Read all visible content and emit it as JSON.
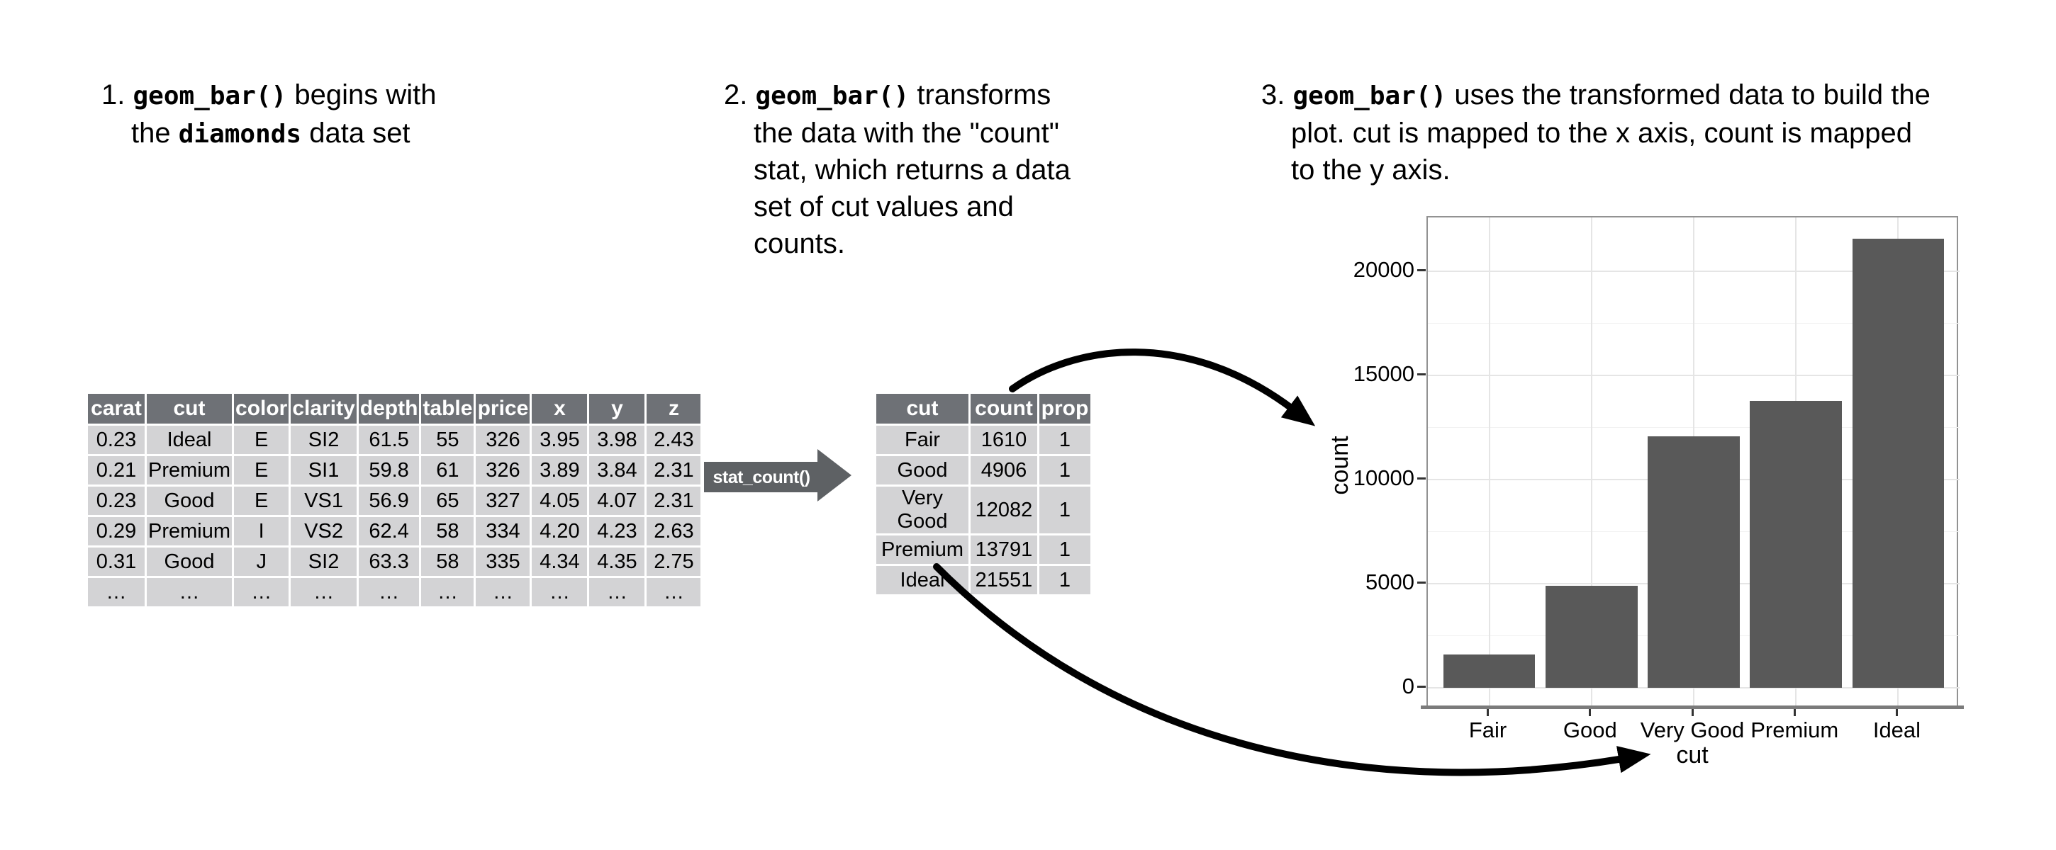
{
  "annotations": [
    {
      "lines": [
        [
          "1. ",
          "geom_bar()",
          " begins with"
        ],
        [
          "the ",
          "diamonds",
          " data set"
        ]
      ]
    },
    {
      "lines": [
        [
          "2. ",
          "geom_bar()",
          " transforms"
        ],
        [
          "the data with the \"count\""
        ],
        [
          "stat, which returns a data"
        ],
        [
          "set of cut values and"
        ],
        [
          "counts."
        ]
      ]
    },
    {
      "lines": [
        [
          "3. ",
          "geom_bar()",
          " uses the transformed data to build the"
        ],
        [
          "plot. cut is mapped to the x axis, count is mapped"
        ],
        [
          "to the y axis."
        ]
      ]
    }
  ],
  "diamonds_table": {
    "headers": [
      "carat",
      "cut",
      "color",
      "clarity",
      "depth",
      "table",
      "price",
      "x",
      "y",
      "z"
    ],
    "rows": [
      [
        "0.23",
        "Ideal",
        "E",
        "SI2",
        "61.5",
        "55",
        "326",
        "3.95",
        "3.98",
        "2.43"
      ],
      [
        "0.21",
        "Premium",
        "E",
        "SI1",
        "59.8",
        "61",
        "326",
        "3.89",
        "3.84",
        "2.31"
      ],
      [
        "0.23",
        "Good",
        "E",
        "VS1",
        "56.9",
        "65",
        "327",
        "4.05",
        "4.07",
        "2.31"
      ],
      [
        "0.29",
        "Premium",
        "I",
        "VS2",
        "62.4",
        "58",
        "334",
        "4.20",
        "4.23",
        "2.63"
      ],
      [
        "0.31",
        "Good",
        "J",
        "SI2",
        "63.3",
        "58",
        "335",
        "4.34",
        "4.35",
        "2.75"
      ],
      [
        "…",
        "…",
        "…",
        "…",
        "…",
        "…",
        "…",
        "…",
        "…",
        "…"
      ]
    ]
  },
  "stat_arrow": {
    "label": "stat_count()"
  },
  "count_table": {
    "headers": [
      "cut",
      "count",
      "prop"
    ],
    "rows": [
      [
        "Fair",
        "1610",
        "1"
      ],
      [
        "Good",
        "4906",
        "1"
      ],
      [
        "Very Good",
        "12082",
        "1"
      ],
      [
        "Premium",
        "13791",
        "1"
      ],
      [
        "Ideal",
        "21551",
        "1"
      ]
    ]
  },
  "chart_data": {
    "type": "bar",
    "categories": [
      "Fair",
      "Good",
      "Very Good",
      "Premium",
      "Ideal"
    ],
    "values": [
      1610,
      4906,
      12082,
      13791,
      21551
    ],
    "title": "",
    "xlabel": "cut",
    "ylabel": "count",
    "yticks": [
      0,
      5000,
      10000,
      15000,
      20000
    ],
    "yticks_minor": [
      2500,
      7500,
      12500,
      17500
    ],
    "ylim": [
      0,
      22600
    ],
    "grid": true,
    "legend": false,
    "bar_color": "#595959"
  },
  "colors": {
    "table_header_bg": "#6e7176",
    "table_cell_bg": "#d3d3d5",
    "stat_arrow_bg": "#5e6164",
    "bar": "#595959",
    "panel_border": "#929292",
    "axis_line": "#7b7b7b",
    "grid_major": "#e5e5e5",
    "grid_minor": "#f2f2f2",
    "tick": "#333333",
    "arrow": "#000000"
  }
}
